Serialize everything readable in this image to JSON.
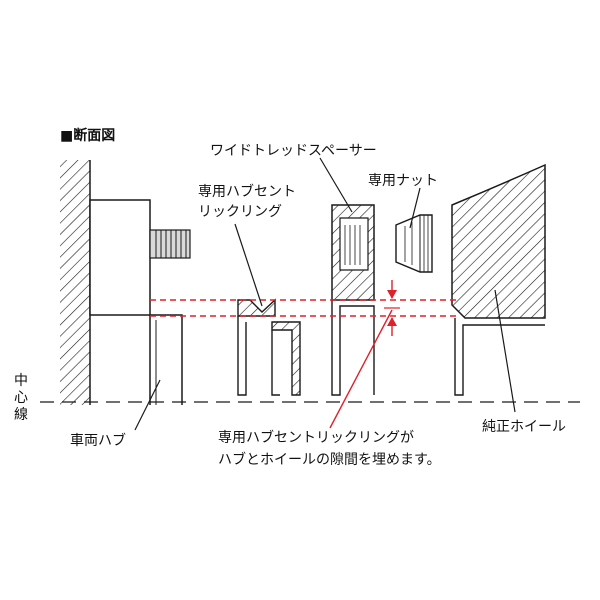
{
  "diagram": {
    "title": "■断面図",
    "labels": {
      "spacer": "ワイドトレッドスペーサー",
      "hub_ring_line1": "専用ハブセント",
      "hub_ring_line2": "リックリング",
      "nut": "専用ナット",
      "center_line": [
        "中",
        "心",
        "線"
      ],
      "vehicle_hub": "車両ハブ",
      "oem_wheel": "純正ホイール",
      "caption_line1": "専用ハブセントリックリングが",
      "caption_line2": "ハブとホイールの隙間を埋めます。"
    },
    "colors": {
      "line": "#1a1a1a",
      "accent": "#e0202a",
      "background": "#ffffff"
    }
  }
}
